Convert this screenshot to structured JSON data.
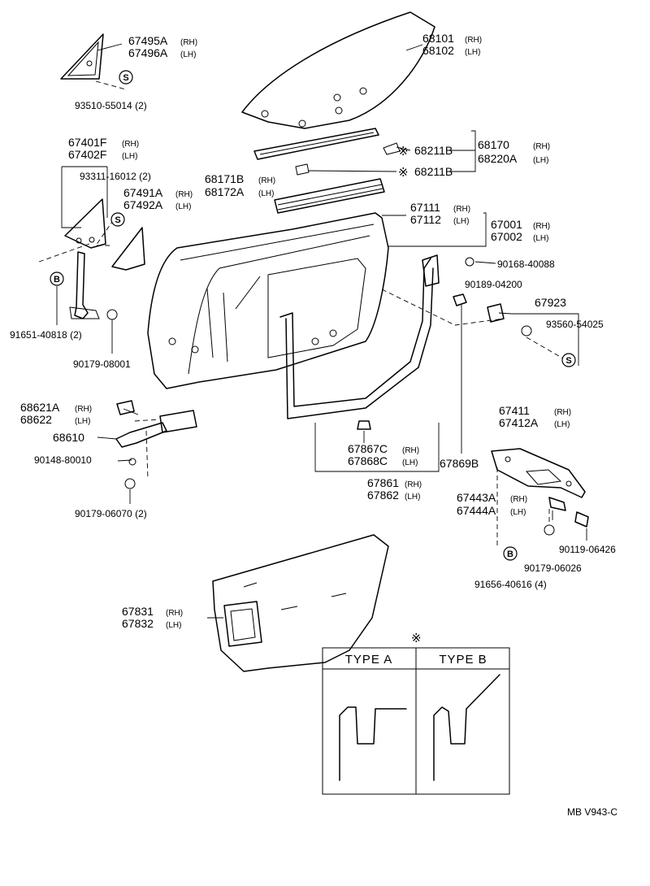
{
  "labels": {
    "p67495A": "67495A",
    "p67496A": "67496A",
    "p93510": "93510-55014 (2)",
    "p68101": "68101",
    "p68102": "68102",
    "p67401F": "67401F",
    "p67402F": "67402F",
    "p93311": "93311-16012 (2)",
    "p67491A": "67491A",
    "p67492A": "67492A",
    "p68170": "68170",
    "p68220A": "68220A",
    "p68211B_1": "68211B",
    "p68211B_2": "68211B",
    "p68171B": "68171B",
    "p68172A": "68172A",
    "p67111": "67111",
    "p67112": "67112",
    "p67001": "67001",
    "p67002": "67002",
    "p90168": "90168-40088",
    "p90189": "90189-04200",
    "p67923": "67923",
    "p93560": "93560-54025",
    "p91651": "91651-40818 (2)",
    "p90179_08001": "90179-08001",
    "p68621A": "68621A",
    "p68622": "68622",
    "p68610": "68610",
    "p90148": "90148-80010",
    "p90179_06070": "90179-06070 (2)",
    "p67867C": "67867C",
    "p67868C": "67868C",
    "p67869B": "67869B",
    "p67861": "67861",
    "p67862": "67862",
    "p67411": "67411",
    "p67412A": "67412A",
    "p67443A": "67443A",
    "p67444A": "67444A",
    "p90119": "90119-06426",
    "p90179_06026": "90179-06026",
    "p91656": "91656-40616 (4)",
    "p67831": "67831",
    "p67832": "67832"
  },
  "sides": {
    "rh": "(RH)",
    "lh": "(LH)"
  },
  "symbols": {
    "s": "S",
    "b": "B",
    "note_mark": "※"
  },
  "type_box": {
    "type_a": "TYPE  A",
    "type_b": "TYPE  B"
  },
  "footer": {
    "ref": "MB V943-C"
  }
}
